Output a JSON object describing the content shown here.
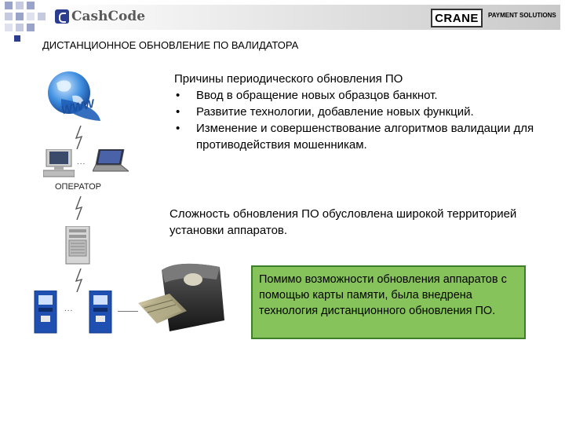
{
  "header": {
    "brand_left": "CashCode",
    "brand_right": "CRANE",
    "brand_right_sub": "PAYMENT SOLUTIONS"
  },
  "page_title": "ДИСТАНЦИОННОЕ ОБНОВЛЕНИЕ ПО ВАЛИДАТОРА",
  "reasons": {
    "title": "Причины периодического обновления ПО",
    "items": [
      "Ввод в обращение новых образцов банкнот.",
      "Развитие технологии, добавление новых функций.",
      "Изменение и совершенствование алгоритмов валидации для противодействия мошенникам."
    ]
  },
  "complexity_text": "Сложность обновления ПО обусловлена широкой территорией установки аппаратов.",
  "green_box_text": "Помимо возможности обновления аппаратов с помощью карты памяти, была внедрена технология дистанционного обновления ПО.",
  "diagram": {
    "globe_label": "WWW",
    "operator_label": "ОПЕРАТОР",
    "dots": "...",
    "icons": [
      "globe-icon",
      "desktop-computer-icon",
      "laptop-icon",
      "server-icon",
      "kiosk-icon",
      "bill-validator-icon"
    ]
  },
  "colors": {
    "accent_blue": "#2b3d8f",
    "green_box": "#86c35a",
    "green_border": "#3f7f2a"
  }
}
